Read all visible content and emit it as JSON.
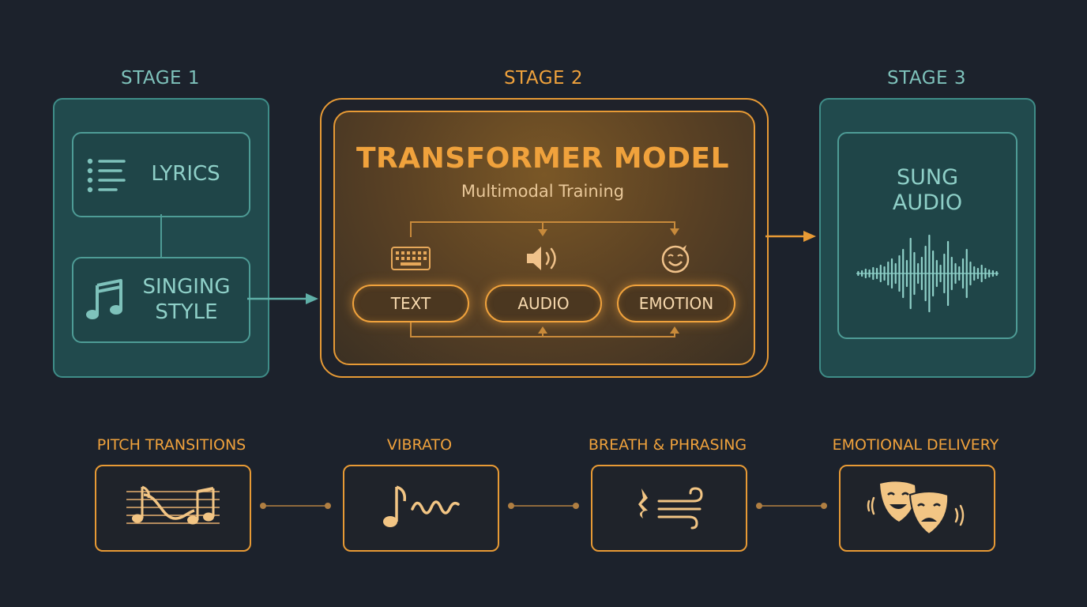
{
  "stages": {
    "stage1": {
      "label": "STAGE 1",
      "items": [
        {
          "label": "LYRICS",
          "icon": "list-icon"
        },
        {
          "label_line1": "SINGING",
          "label_line2": "STYLE",
          "icon": "music-note-icon"
        }
      ]
    },
    "stage2": {
      "label": "STAGE 2",
      "title": "TRANSFORMER MODEL",
      "subtitle": "Multimodal Training",
      "modalities": [
        {
          "label": "TEXT",
          "icon": "keyboard-icon"
        },
        {
          "label": "AUDIO",
          "icon": "speaker-icon"
        },
        {
          "label": "EMOTION",
          "icon": "emotion-face-icon"
        }
      ]
    },
    "stage3": {
      "label": "STAGE 3",
      "output_line1": "SUNG",
      "output_line2": "AUDIO",
      "icon": "waveform-icon"
    }
  },
  "features": [
    {
      "label": "PITCH TRANSITIONS",
      "icon": "staff-notes-icon"
    },
    {
      "label": "VIBRATO",
      "icon": "note-wave-icon"
    },
    {
      "label": "BREATH & PHRASING",
      "icon": "breath-wind-icon"
    },
    {
      "label": "EMOTIONAL DELIVERY",
      "icon": "theater-masks-icon"
    }
  ],
  "colors": {
    "background": "#1c222c",
    "teal_accent": "#7ec2bb",
    "orange_accent": "#f0a23c"
  }
}
